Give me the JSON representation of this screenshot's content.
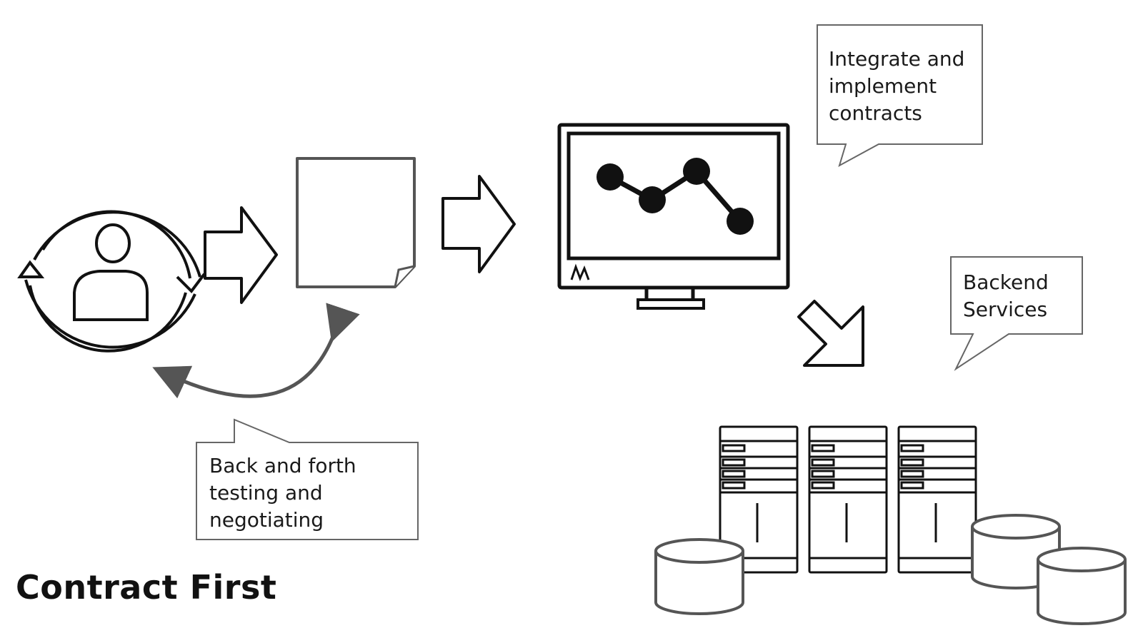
{
  "diagram": {
    "title": "Contract First",
    "callouts": {
      "integrate": "Integrate and\nimplement\ncontracts",
      "backend": "Backend\nServices",
      "negotiate": "Back and forth\ntesting and\nnegotiating"
    },
    "icons": [
      "person-cycle-icon",
      "document-icon",
      "monitor-chart-icon",
      "server-rack-icon",
      "database-icon"
    ]
  }
}
